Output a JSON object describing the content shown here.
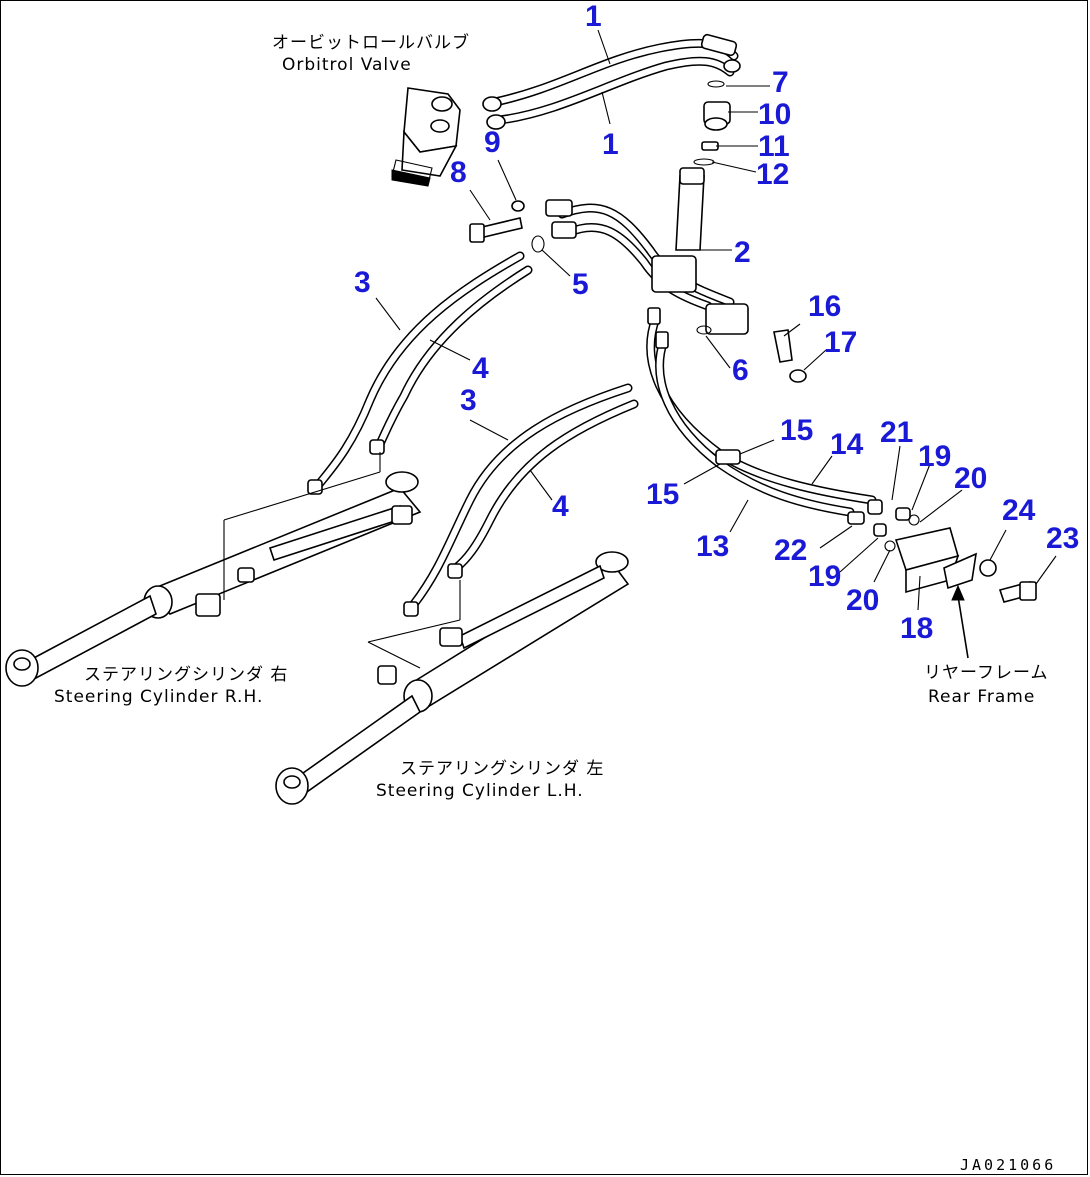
{
  "labels": {
    "orbitrol_jp": "オービットロールバルブ",
    "orbitrol_en": "Orbitrol Valve",
    "steer_rh_jp": "ステアリングシリンダ 右",
    "steer_rh_en": "Steering Cylinder R.H.",
    "steer_lh_jp": "ステアリングシリンダ 左",
    "steer_lh_en": "Steering Cylinder L.H.",
    "rear_frame_jp": "リヤーフレーム",
    "rear_frame_en": "Rear Frame",
    "drawing_code": "JA021066"
  },
  "callouts": {
    "c1a": "1",
    "c1b": "1",
    "c2": "2",
    "c3a": "3",
    "c3b": "3",
    "c4a": "4",
    "c4b": "4",
    "c5": "5",
    "c6": "6",
    "c7": "7",
    "c8": "8",
    "c9": "9",
    "c10": "10",
    "c11": "11",
    "c12": "12",
    "c13": "13",
    "c14": "14",
    "c15a": "15",
    "c15b": "15",
    "c16": "16",
    "c17": "17",
    "c18": "18",
    "c19a": "19",
    "c19b": "19",
    "c20a": "20",
    "c20b": "20",
    "c21": "21",
    "c22": "22",
    "c23": "23",
    "c24": "24"
  },
  "colors": {
    "callout": "#1a1ad6",
    "line": "#000000",
    "background": "#ffffff"
  }
}
